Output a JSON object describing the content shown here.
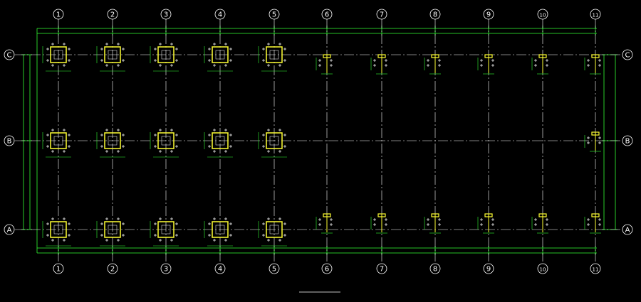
{
  "drawing": {
    "column_axes": [
      "1",
      "2",
      "3",
      "4",
      "5",
      "6",
      "7",
      "8",
      "9",
      "10",
      "11"
    ],
    "row_axes": [
      "C",
      "B",
      "A"
    ],
    "title": "",
    "scale": ""
  },
  "colors": {
    "background": "#000000",
    "axis_line": "#ffffff",
    "dimension_line": "#33ff33",
    "column_box": "#ffff33",
    "marks": "#ffffff"
  }
}
